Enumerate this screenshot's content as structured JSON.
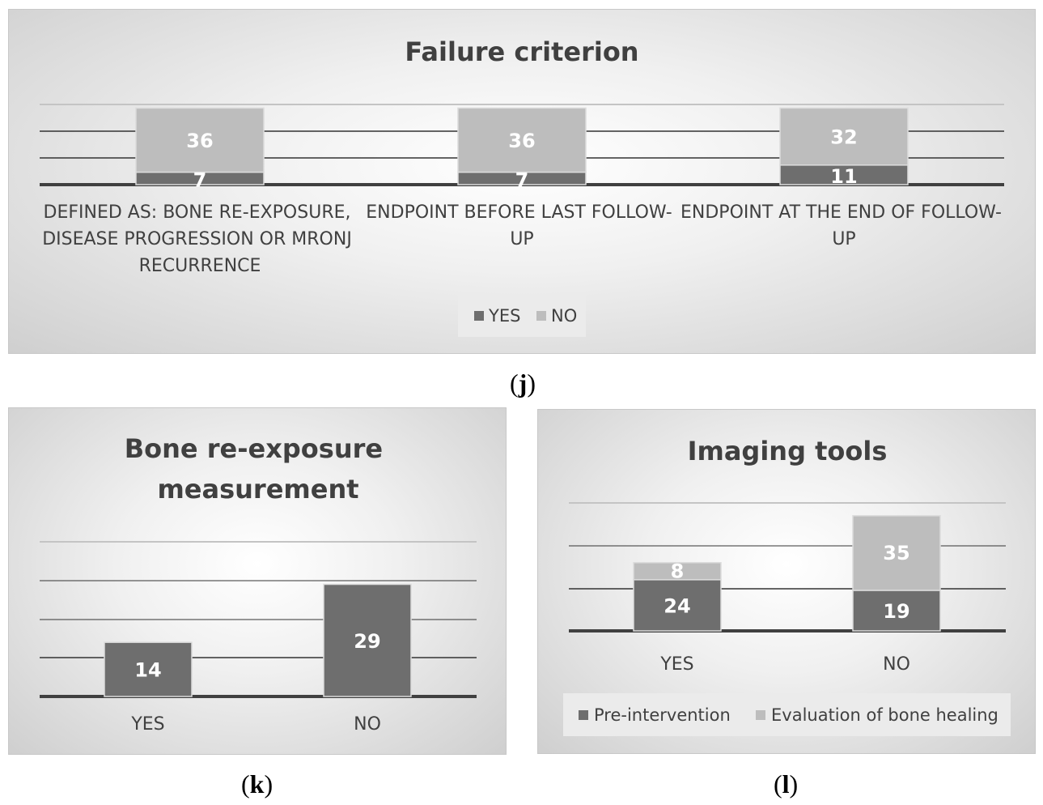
{
  "colors": {
    "yes": "#6e6e6e",
    "no": "#bdbdbd",
    "axis": "#404040",
    "grid_dark": "#333333",
    "grid_light": "#c4c4c4"
  },
  "captions": {
    "j": "j",
    "k": "k",
    "l": "l"
  },
  "chart_data": [
    {
      "id": "j",
      "type": "bar",
      "stacked": true,
      "title": "Failure criterion",
      "categories": [
        "DEFINED AS: BONE RE-EXPOSURE, DISEASE PROGRESSION OR MRONJ RECURRENCE",
        "ENDPOINT BEFORE LAST FOLLOW-UP",
        "ENDPOINT AT THE END OF FOLLOW-UP"
      ],
      "series": [
        {
          "name": "YES",
          "values": [
            7,
            7,
            11
          ]
        },
        {
          "name": "NO",
          "values": [
            36,
            36,
            32
          ]
        }
      ],
      "legend": "bottom"
    },
    {
      "id": "k",
      "type": "bar",
      "title": "Bone re-exposure measurement",
      "categories": [
        "YES",
        "NO"
      ],
      "values": [
        14,
        29
      ]
    },
    {
      "id": "l",
      "type": "bar",
      "stacked": true,
      "title": "Imaging tools",
      "categories": [
        "YES",
        "NO"
      ],
      "series": [
        {
          "name": "Pre-intervention",
          "values": [
            24,
            19
          ]
        },
        {
          "name": "Evaluation of bone healing",
          "values": [
            8,
            35
          ]
        }
      ],
      "legend": "bottom"
    }
  ]
}
